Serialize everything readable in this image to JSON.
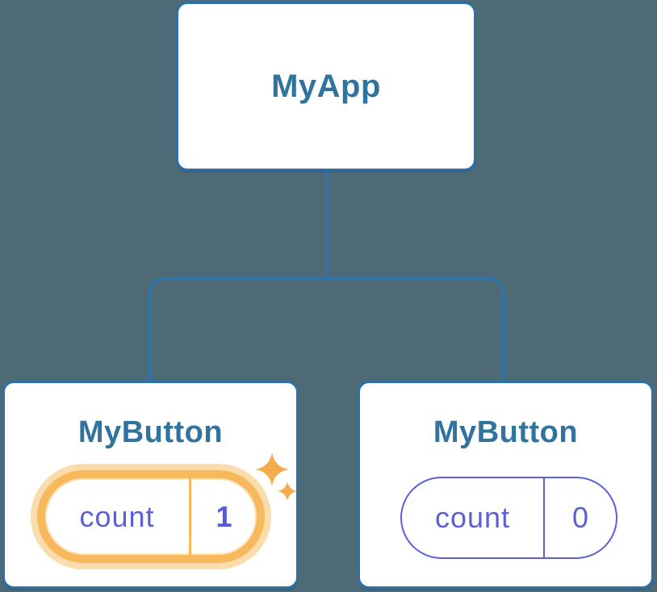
{
  "diagram": {
    "type": "component-tree",
    "colors": {
      "background": "#4D6A76",
      "card_border": "#2F6FA5",
      "title_text": "#31739F",
      "connector_line": "#2E75AD",
      "state_text": "#5B60D6",
      "highlight_ring": "#F7B95C",
      "highlight_glow": "#FBDCAC",
      "sparkle": "#F6AC4D"
    },
    "root": {
      "label": "MyApp"
    },
    "children": [
      {
        "label": "MyButton",
        "state_key": "count",
        "state_value": "1",
        "highlighted": true
      },
      {
        "label": "MyButton",
        "state_key": "count",
        "state_value": "0",
        "highlighted": false
      }
    ]
  }
}
